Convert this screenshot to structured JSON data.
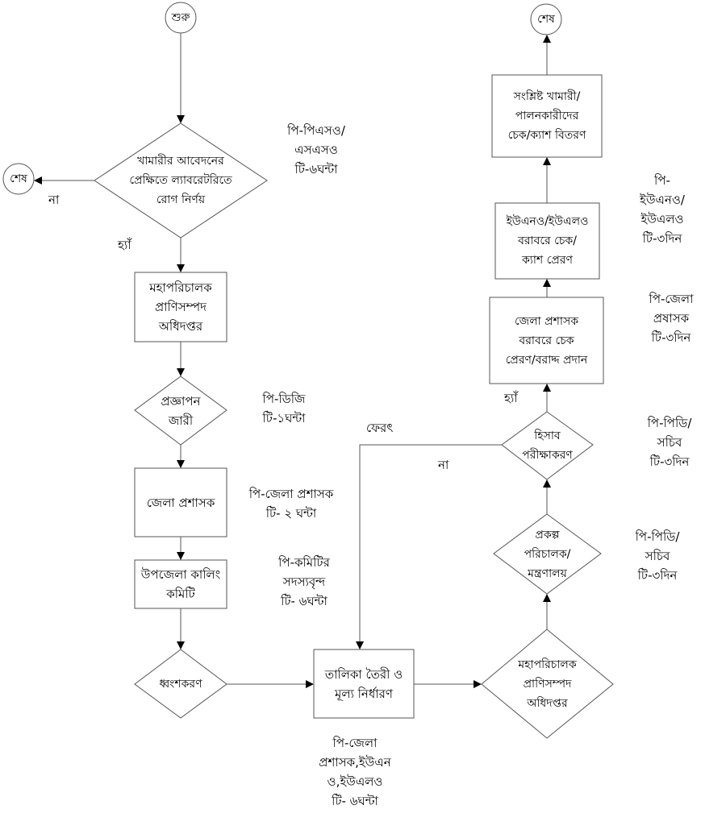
{
  "flowchart": {
    "nodes": {
      "start": {
        "shape": "circle",
        "lines": [
          "শুরু"
        ]
      },
      "end_left": {
        "shape": "circle",
        "lines": [
          "শেষ"
        ]
      },
      "end_top": {
        "shape": "circle",
        "lines": [
          "শেষ"
        ]
      },
      "diagnosis": {
        "shape": "diamond",
        "lines": [
          "খামারীর আবেদনের",
          "প্রেক্ষিতে ল্যাবরেটরিতে",
          "রোগ নির্ণয়"
        ]
      },
      "dg_office": {
        "shape": "rect",
        "lines": [
          "মহাপরিচালক",
          "প্রাণিসম্পদ",
          "অধিদপ্তর"
        ]
      },
      "notification": {
        "shape": "diamond",
        "lines": [
          "প্রজ্ঞাপন",
          "জারী"
        ]
      },
      "dc": {
        "shape": "rect",
        "lines": [
          "জেলা প্রশাসক"
        ]
      },
      "culling_committee": {
        "shape": "rect",
        "lines": [
          "উপজেলা কালিং",
          "কমিটি"
        ]
      },
      "destruction": {
        "shape": "diamond",
        "lines": [
          "ধ্বংশকরণ"
        ]
      },
      "list_valuation": {
        "shape": "rect",
        "lines": [
          "তালিকা তৈরী ও",
          "মূল্য নির্ধারণ"
        ]
      },
      "dg_office_2": {
        "shape": "diamond",
        "lines": [
          "মহাপরিচালক",
          "প্রাণিসম্পদ",
          "অধিদপ্তর"
        ]
      },
      "project_ministry": {
        "shape": "diamond",
        "lines": [
          "প্রকল্প",
          "পরিচালক/",
          "মন্ত্রণালয়"
        ]
      },
      "audit": {
        "shape": "diamond",
        "lines": [
          "হিসাব",
          "পরীক্ষাকরণ"
        ]
      },
      "dc_cheque": {
        "shape": "rect",
        "lines": [
          "জেলা প্রশাসক",
          "বরাবরে চেক",
          "প্রেরণ/বরাদ্দ প্রদান"
        ]
      },
      "uno_cheque": {
        "shape": "rect",
        "lines": [
          "ইউএনও/ইউএলও",
          "বরাবরে চেক/",
          "ক্যাশ প্রেরণ"
        ]
      },
      "distribution": {
        "shape": "rect",
        "lines": [
          "সংশ্লিষ্ট খামারী/",
          "পালনকারীদের",
          "চেক/ক্যাশ বিতরণ"
        ]
      }
    },
    "edge_labels": {
      "diagnosis_no": "না",
      "diagnosis_yes": "হ্যাঁ",
      "audit_yes": "হ্যাঁ",
      "audit_no": "না",
      "audit_return": "ফেরৎ"
    },
    "annotations": {
      "diagnosis": [
        "পি-পিএসও/",
        "এসএসও",
        "টি-৬ঘন্টা"
      ],
      "notification": [
        "পি-ডিজি",
        "টি-১ঘন্টা"
      ],
      "dc": [
        "পি-জেলা প্রশাসক",
        "টি- ২ ঘন্টা"
      ],
      "culling_committee": [
        "পি-কমিটির",
        "সদস্যবৃন্দ",
        "টি- ৬ঘন্টা"
      ],
      "list_valuation": [
        "পি-জেলা",
        "প্রশাসক,ইউএন",
        "ও,ইউএলও",
        "টি- ৬ঘন্টা"
      ],
      "project_ministry": [
        "পি-পিডি/",
        "সচিব",
        "টি-৩দিন"
      ],
      "audit": [
        "পি-পিডি/",
        "সচিব",
        "টি-৩দিন"
      ],
      "dc_cheque": [
        "পি-জেলা",
        "প্রষাসক",
        "টি-৩দিন"
      ],
      "uno_cheque": [
        "পি-",
        "ইউএনও/",
        "ইউএলও",
        "টি-৩দিন"
      ]
    },
    "colors": {
      "stroke": "#555555",
      "text": "#000000",
      "background": "#ffffff"
    }
  }
}
